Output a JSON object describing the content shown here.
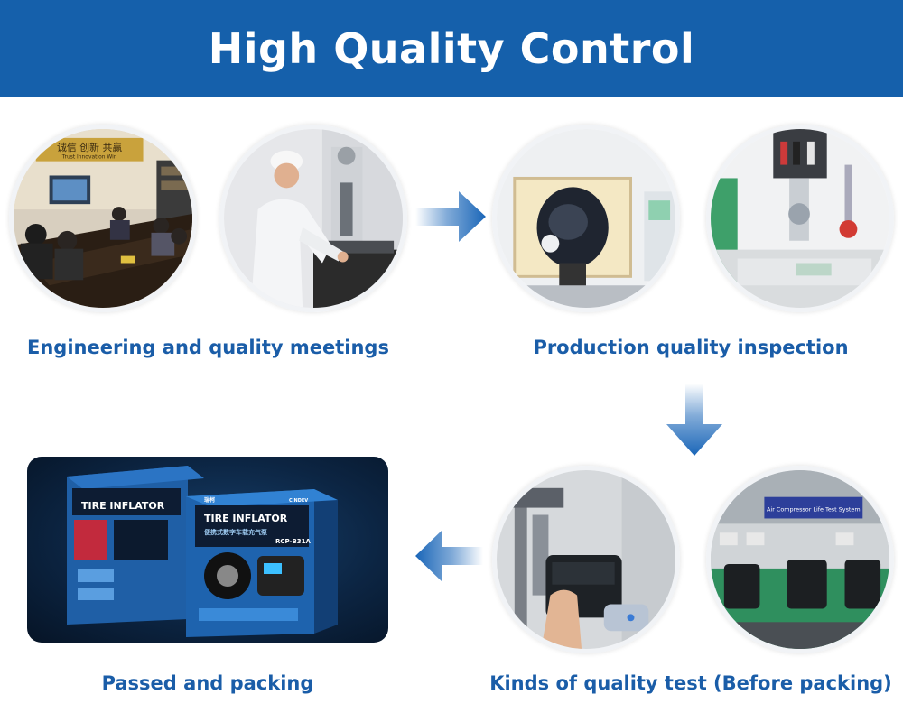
{
  "banner": {
    "title": "High Quality Control"
  },
  "captions": {
    "meetings": "Engineering and quality meetings",
    "inspection": "Production quality inspection",
    "testing": "Kinds of quality test (Before packing)",
    "packing": "Passed and packing"
  },
  "photos": {
    "meeting_wall_sign": "诚信 创新 共赢",
    "meeting_wall_sign_en": "Trust Innovation Win",
    "lab_panel_label": "Air Compressor Life Test System"
  },
  "product": {
    "brand": "瑞柯",
    "brand_en": "CINDEV",
    "name": "TIRE INFLATOR",
    "subtitle_cn": "便携式数字车载充气泵",
    "model": "RCP-B31A"
  },
  "colors": {
    "banner": "#1560ab",
    "caption": "#1a5da8",
    "arrow": "#1a66b8"
  },
  "icons": [
    "arrow-right-icon",
    "arrow-down-icon",
    "arrow-left-icon"
  ]
}
